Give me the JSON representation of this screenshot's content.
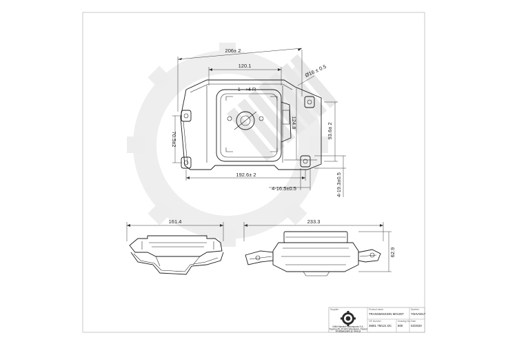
{
  "drawing": {
    "top_view": {
      "dim_overall_width": "206± 2",
      "dim_top_width": "120.1",
      "dim_hole_dia": "Ø16 ± 0.5",
      "dim_height_right": "124.8",
      "dim_left_side": "70.5±2",
      "dim_right_side": "93.6± 2",
      "dim_bottom_width": "192.6± 2",
      "dim_slot": "4-16.5±0.5",
      "dim_slot_width": "4-19.3±0.5",
      "mark_text": "1⟶4 R"
    },
    "side_view_left": {
      "dim_width": "161.4"
    },
    "side_view_right": {
      "dim_width": "233.3",
      "dim_height": "62.9"
    }
  },
  "title_block": {
    "supplier_label": "Supplier",
    "company_name": "KMM Maxtech Motorsports S.A.",
    "company_address": "Topolna 45, 87-800 Wloclawek, Poland",
    "company_web": "info@jakoparts.pl, www.pl",
    "product_name_label": "Product name",
    "product_name": "TRANSMISSION MOUNT",
    "number_label": "Number",
    "number": "70HVS017",
    "oe_number_label": "OE Number",
    "oe_number": "3M51 7M121 DC",
    "drawing_no_label": "Drawing No.",
    "drawing_no": "800",
    "date_label": "Date",
    "date": "02/2020"
  }
}
